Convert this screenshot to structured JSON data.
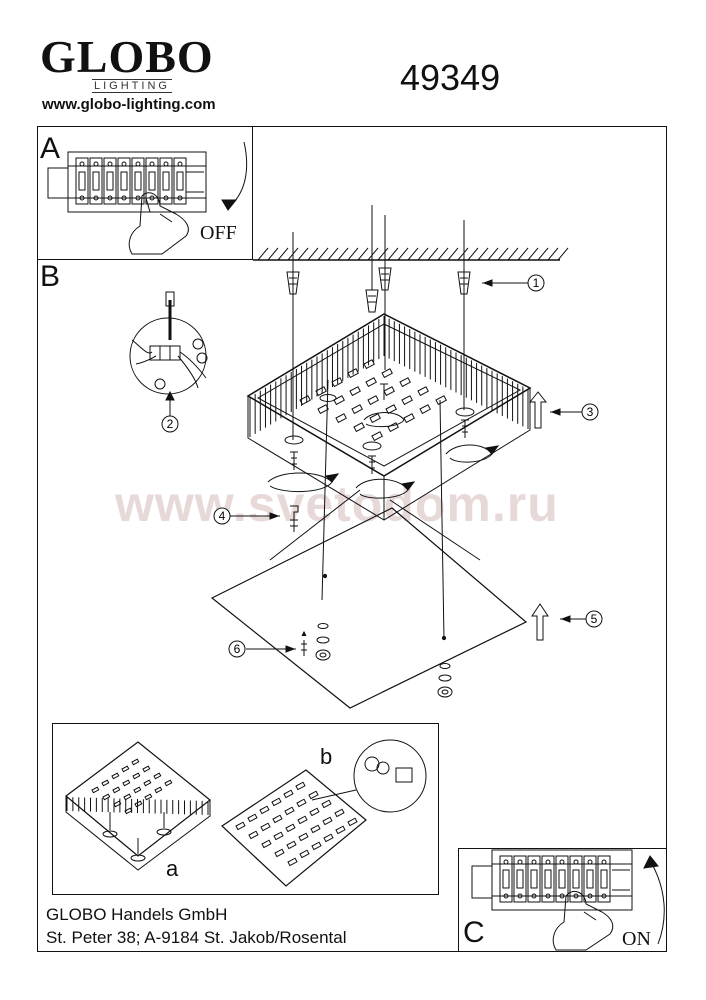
{
  "header": {
    "brand": "GLOBO",
    "brand_sub": "LIGHTING",
    "website": "www.globo-lighting.com",
    "model_number": "49349"
  },
  "sections": {
    "a": {
      "letter": "A",
      "switch_word": "OFF"
    },
    "b": {
      "letter": "B"
    },
    "c": {
      "letter": "C",
      "switch_word": "ON"
    }
  },
  "steps": [
    "1",
    "2",
    "3",
    "4",
    "5",
    "6"
  ],
  "detail": {
    "label_a": "a",
    "label_b": "b"
  },
  "watermark": "www.svetodom.ru",
  "footer": {
    "company": "GLOBO Handels GmbH",
    "address": "St. Peter 38; A-9184 St. Jakob/Rosental"
  }
}
